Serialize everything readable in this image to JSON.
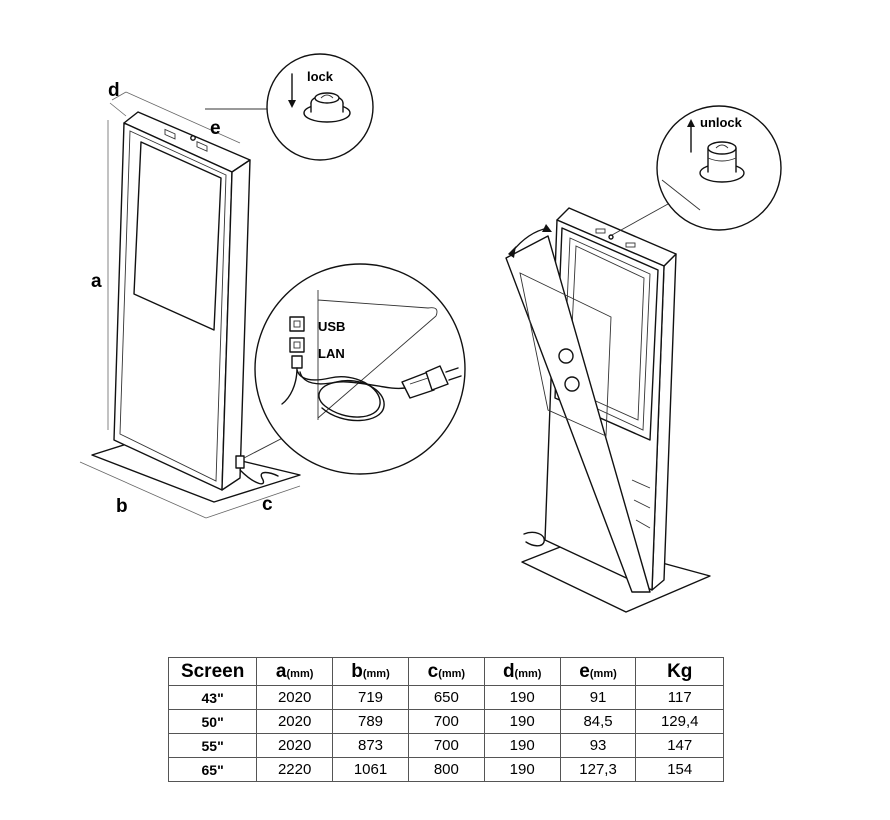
{
  "labels": {
    "dim_a": "a",
    "dim_b": "b",
    "dim_c": "c",
    "dim_d": "d",
    "dim_e": "e",
    "lock": "lock",
    "unlock": "unlock",
    "usb": "USB",
    "lan": "LAN"
  },
  "table": {
    "headers": [
      {
        "main": "Screen",
        "unit": ""
      },
      {
        "main": "a",
        "unit": "(mm)"
      },
      {
        "main": "b",
        "unit": "(mm)"
      },
      {
        "main": "c",
        "unit": "(mm)"
      },
      {
        "main": "d",
        "unit": "(mm)"
      },
      {
        "main": "e",
        "unit": "(mm)"
      },
      {
        "main": "Kg",
        "unit": ""
      }
    ],
    "rows": [
      {
        "screen": "43\"",
        "cells": [
          "2020",
          "719",
          "650",
          "190",
          "91",
          "117"
        ]
      },
      {
        "screen": "50\"",
        "cells": [
          "2020",
          "789",
          "700",
          "190",
          "84,5",
          "129,4"
        ]
      },
      {
        "screen": "55\"",
        "cells": [
          "2020",
          "873",
          "700",
          "190",
          "93",
          "147"
        ]
      },
      {
        "screen": "65\"",
        "cells": [
          "2220",
          "1061",
          "800",
          "190",
          "127,3",
          "154"
        ]
      }
    ]
  }
}
